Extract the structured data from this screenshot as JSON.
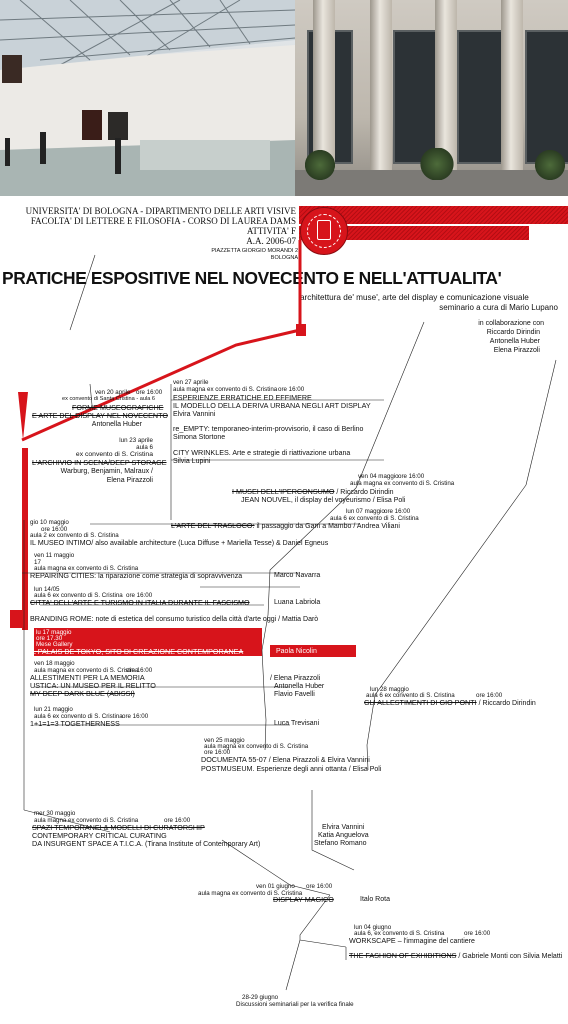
{
  "header": {
    "line1": "UNIVERSITA' DI BOLOGNA - DIPARTIMENTO DELLE ARTI VISIVE",
    "line2": "FACOLTA' DI LETTERE E FILOSOFIA - CORSO DI LAUREA DAMS",
    "line3": "ATTIVITA' F",
    "line4": "A.A. 2006-07",
    "address1": "PIAZZETTA GIORGIO MORANDI 2",
    "address2": "BOLOGNA",
    "title": "PRATICHE ESPOSITIVE NEL NOVECENTO E NELL'ATTUALITA'",
    "subtitle": "architettura de' muse', arte del display e comunicazione visuale",
    "curator": "seminario a cura di Mario Lupano",
    "collab_label": "in collaborazione con",
    "collaborators": [
      "Riccardo Dirindin",
      "Antonella Huber",
      "Elena Pirazzoli"
    ]
  },
  "sessions": {
    "s1": {
      "date": "ven 20 aprile",
      "time": "ore 16:00",
      "place": "ex convento di Santa Cristina - aula 6",
      "title1": "FORME MUSEOGRAFICHE",
      "title2": "E ARTE DEL DISPLAY NEL NOVECENTO",
      "speaker": "Antonella Huber"
    },
    "s2": {
      "date": "ven 27 aprile",
      "place": "aula magna ex convento di S. Cristina",
      "time": "ore 16:00",
      "title1": "ESPERIENZE ERRATICHE ED EFFIMERE",
      "title2": "IL MODELLO DELLA DERIVA URBANA NEGLI ART DISPLAY",
      "speaker": "Elvira Vannini"
    },
    "s3": {
      "title": "re_EMPTY:",
      "desc": "temporaneo-interim-provvisorio, il caso di Berlino",
      "speaker": "Simona Stortone"
    },
    "s4": {
      "title": "CITY WRINKLES.",
      "desc": "Arte e strategie di riattivazione urbana",
      "speaker": "Silvia Lupini"
    },
    "s5": {
      "date": "lun 23 aprile",
      "room": "aula 6",
      "place": "ex convento di S. Cristina",
      "title": "L'ARCHIVIO IN SCENA/DEEP STORAGE",
      "desc": "Warburg, Benjamin, Malraux /",
      "speaker": "Elena Pirazzoli"
    },
    "s6": {
      "date": "ven 04 maggio",
      "time": "ore 16:00",
      "place": "aula magna ex convento di S. Cristina",
      "title1": "I MUSEI DELL'IPERCONSUMO",
      "speaker1": "/ Riccardo Dirindin",
      "title2": "JEAN NOUVEL,",
      "desc2": "il display del voyeurismo / Elisa Poli"
    },
    "s7": {
      "date": "lun 07 maggio",
      "time": "ore 16:00",
      "place": "aula 6 ex convento di S. Cristina",
      "title": "L'ARTE DEL TRASLOCO:",
      "desc": "il passaggio da Gam a Mambo / Andrea Viliani"
    },
    "s8": {
      "date": "gio 10 maggio",
      "time": "ore 16:00",
      "place": "aula 2 ex convento di S. Cristina",
      "title": "IL MUSEO INTIMO/",
      "desc": "also available architecture (Luca Diffuse + Mariella Tesse) & Daniel Egneus"
    },
    "s9": {
      "date": "ven 11 maggio",
      "time": "17",
      "place": "aula magna ex convento di S. Cristina",
      "title": "REPAIRING CITIES:",
      "desc": "la riparazione come strategia di sopravvivenza",
      "speaker": "Marco Navarra"
    },
    "s10": {
      "date": "lun 14/05",
      "place": "aula 6 ex convento di S. Cristina",
      "time": "ore 16:00",
      "title": "CITTA' DELL'ARTE E TURISMO IN ITALIA DURANTE IL FASCISMO",
      "speaker": "Luana Labriola"
    },
    "s11": {
      "title": "BRANDING ROME:",
      "desc": "note di estetica del consumo turistico della città d'arte oggi",
      "speaker": "/ Mattia Darò"
    },
    "s12": {
      "date": "lu 17 maggio",
      "time": "ore 17.30",
      "place": "Mese Gallery",
      "title": "IL PALAIS DE TOKYO, SITO DI CREAZIONE CONTEMPORANEA",
      "speaker": "Paola Nicolin"
    },
    "s13": {
      "date": "ven 18 maggio",
      "place": "aula magna ex convento di S. Cristina",
      "time": "ore 16:00",
      "title1": "ALLESTIMENTI PER LA MEMORIA",
      "speaker1": "/ Elena Pirazzoli",
      "title2": "USTICA: UN MUSEO PER IL RELITTO",
      "speaker2": "Antonella Huber",
      "title3": "MY DEEP DARK BLUE (ABISSI)",
      "speaker3": "Flavio Favelli"
    },
    "s14": {
      "date": "lun 21 maggio",
      "place": "aula 6 ex convento di S. Cristina",
      "time": "ore 16:00",
      "title": "1+1=1=3 TOGETHERNESS",
      "speaker": "Luca Trevisani"
    },
    "s15": {
      "date": "lun 28 maggio",
      "place": "aula 6 ex convento di S. Cristina",
      "time": "ore 16:00",
      "title": "GLI ALLESTIMENTI DI GIO PONTI",
      "speaker": "/ Riccardo Dirindin"
    },
    "s16": {
      "date": "ven 25 maggio",
      "place": "aula magna ex convento di S. Cristina",
      "time": "ore 16:00",
      "title1": "DOCUMENTA 55-07",
      "speaker1": "/ Elena Pirazzoli & Elvira Vannini",
      "title2": "POSTMUSEUM.",
      "desc2": "Esperienze degli anni ottanta / Elisa Poli"
    },
    "s17": {
      "date": "mer 30 maggio",
      "place": "aula magna ex convento di S. Cristina",
      "time": "ore 16:00",
      "title1": "SPAZI TEMPORANEI & MODELLI DI CURATORSHIP",
      "speaker1": "Elvira Vannini",
      "title2": "CONTEMPORARY CRITICAL CURATING",
      "speaker2": "Katia Anguelova",
      "title3": "DA INSURGENT SPACE A T.I.C.A.",
      "desc3": "(Tirana Institute of Contemporary Art)",
      "speaker3": "Stefano Romano"
    },
    "s18": {
      "date": "ven 01 giugno",
      "place": "aula magna ex convento di S. Cristina",
      "time": "ore 16:00",
      "title": "DISPLAY MAGICO",
      "speaker": "Italo Rota"
    },
    "s19": {
      "date": "lun 04 giugno",
      "place": "aula 6, ex convento di S. Cristina",
      "time": "ore 16:00",
      "title1": "WORKSCAPE",
      "desc1": "– l'immagine del cantiere",
      "title2": "THE FASHION OF EXHIBITIONS",
      "desc2": "/ Gabriele Monti con Silvia Melatti"
    },
    "s20": {
      "date": "28-29 giugno",
      "desc": "Discussioni seminariali per la verifica finale"
    }
  },
  "colors": {
    "accent": "#d7141b",
    "ink": "#111111"
  }
}
